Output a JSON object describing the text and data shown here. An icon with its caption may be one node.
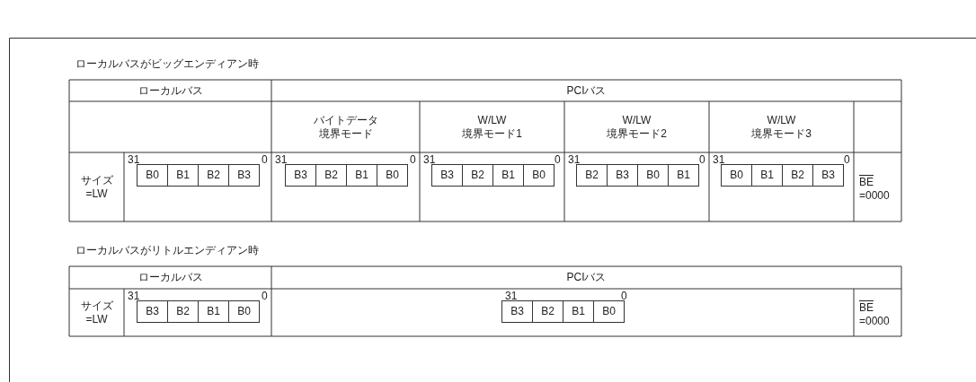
{
  "diagram": {
    "labels": [
      "ローカルバスがビッグエンディアン時",
      "ローカルバス",
      "PCIバス",
      "バイトデータ境界モード",
      "W/LW 境界モード1",
      "W/LW 境界モード2",
      "W/LW 境界モード3",
      "サイズ =LW",
      "31",
      "0",
      "B0",
      "B1",
      "B2",
      "B3",
      "31",
      "0",
      "B3",
      "B2",
      "B1",
      "B0",
      "31",
      "0",
      "B3",
      "B2",
      "B1",
      "B0",
      "31",
      "0",
      "B2",
      "B3",
      "B0",
      "B1",
      "31",
      "0",
      "B0",
      "B1",
      "B2",
      "B3",
      "BE",
      "=0000",
      "ローカルバスがリトルエンディアン時",
      "ローカルバス",
      "PCIバス",
      "サイズ =LW",
      "31",
      "0",
      "B3",
      "B2",
      "B1",
      "B0",
      "31",
      "0",
      "B3",
      "B2",
      "B1",
      "B0",
      "BE",
      "=0000"
    ]
  }
}
